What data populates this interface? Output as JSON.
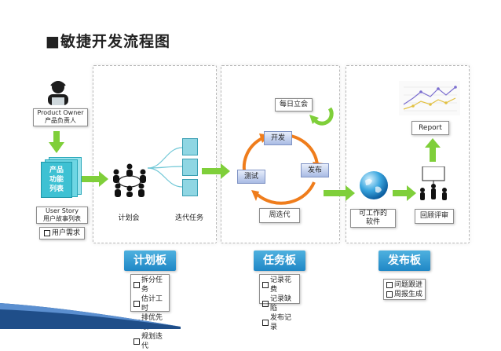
{
  "title": "■敏捷开发流程图",
  "product_owner": {
    "line1": "Product Owner",
    "line2": "产品负责人"
  },
  "backlog": {
    "stack_text": [
      "产品",
      "功能",
      "列表"
    ],
    "line1": "User Story",
    "line2": "用户故事列表",
    "requirement": "用户需求"
  },
  "planning": {
    "meeting": "计划会",
    "iteration_tasks": "迭代任务"
  },
  "sprint": {
    "standup": "每日立会",
    "develop": "开发",
    "test": "测试",
    "release": "发布",
    "cycle": "周迭代"
  },
  "release_area": {
    "report": "Report",
    "software_line1": "可工作的",
    "software_line2": "软件",
    "review": "回顾评审"
  },
  "boards": [
    {
      "name": "计划板",
      "items": [
        "拆分任务",
        "估计工时",
        "排优先级",
        "规划迭代"
      ]
    },
    {
      "name": "任务板",
      "items": [
        "记录花费",
        "记录缺陷",
        "发布记录"
      ]
    },
    {
      "name": "发布板",
      "items": [
        "问题跟进",
        "周报生成"
      ]
    }
  ],
  "colors": {
    "arrow_green": "#7fcf3a",
    "board_blue": "#2a94d1",
    "cycle_orange": "#ef7d1c",
    "doc_cyan": "#3ec1d3"
  }
}
